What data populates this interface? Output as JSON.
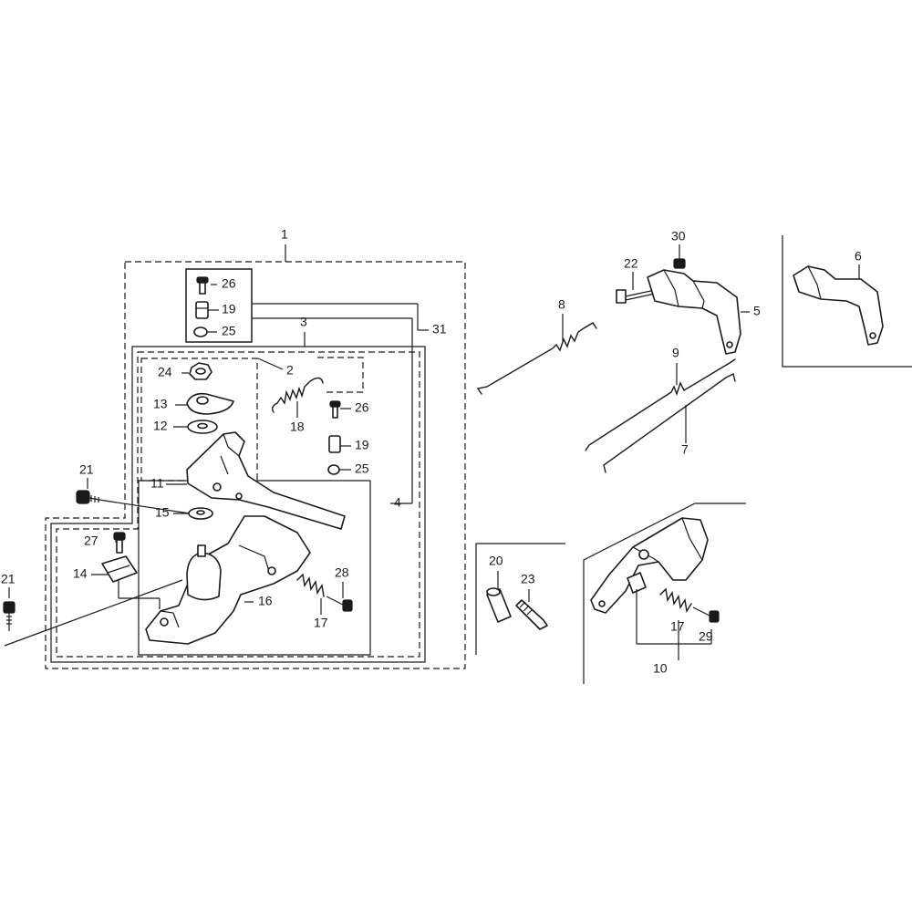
{
  "callouts": {
    "c1": "1",
    "c2": "2",
    "c3": "3",
    "c4": "4",
    "c5": "5",
    "c6": "6",
    "c7": "7",
    "c8": "8",
    "c9": "9",
    "c10": "10",
    "c11": "11",
    "c12": "12",
    "c13": "13",
    "c14": "14",
    "c15": "15",
    "c16": "16",
    "c17a": "17",
    "c17b": "17",
    "c18": "18",
    "c19a": "19",
    "c19b": "19",
    "c20": "20",
    "c21a": "21",
    "c21b": "21",
    "c22": "22",
    "c23": "23",
    "c24": "24",
    "c25a": "25",
    "c25b": "25",
    "c26a": "26",
    "c26b": "26",
    "c27": "27",
    "c28": "28",
    "c29": "29",
    "c30": "30",
    "c31": "31"
  }
}
